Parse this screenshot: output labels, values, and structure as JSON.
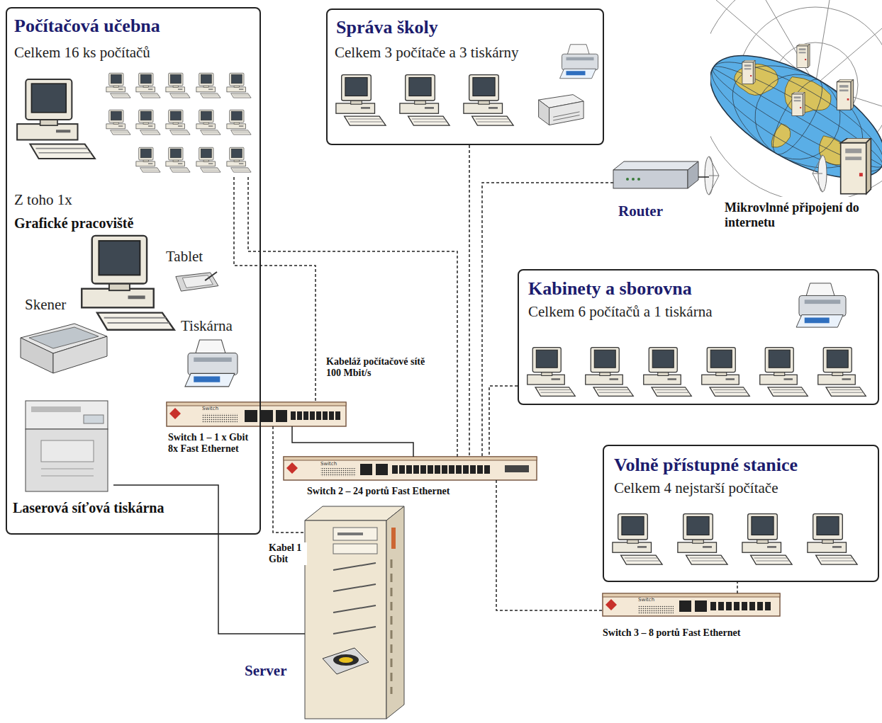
{
  "diagram": {
    "nodes": [
      {
        "text": [
          "Počítačová učebna",
          "Celkem 16 ks počítačů",
          "Z toho 1x",
          "Grafické pracoviště"
        ]
      },
      {
        "text": [
          "Switch",
          "Switch 1 – 1 x Gbit 8x Fast Ethernet"
        ],
        "in": 0
      },
      {
        "text": [
          "Laserová síťová tiskárna"
        ],
        "in": 0
      },
      {
        "text": [
          "Správa školy",
          "Celkem 3 počítače a 3 tiskárny"
        ]
      },
      {
        "text": [
          "Router"
        ]
      },
      {
        "text": [
          "Mikrovlnné připojení do internetu"
        ]
      },
      {
        "text": [
          "Kabinety a sborovna",
          "Celkem 6 počítačů a 1 tiskárna"
        ]
      },
      {
        "text": [
          "Switch",
          "Switch 2 – 24 portů Fast Ethernet"
        ]
      },
      {
        "text": [
          "Server"
        ]
      },
      {
        "text": [
          "Volně přístupné stanice",
          "Celkem 4 nejstarší počítače"
        ]
      },
      {
        "text": [
          "Switch",
          "Switch 3 – 8 portů Fast Ethernet"
        ]
      }
    ],
    "edges": [
      {
        "from": 1,
        "to": 7,
        "arrow": "none"
      },
      {
        "from": 1,
        "to": 8,
        "label": "Kabel 1 Gbit",
        "arrow": "none"
      },
      {
        "from": 2,
        "to": 8,
        "arrow": "none"
      },
      {
        "from": 3,
        "to": 7,
        "arrow": "none"
      },
      {
        "from": 4,
        "to": 7,
        "arrow": "none"
      },
      {
        "from": 4,
        "to": 5,
        "arrow": "none"
      },
      {
        "from": 6,
        "to": 7,
        "arrow": "none"
      },
      {
        "from": 7,
        "to": 10,
        "arrow": "none"
      },
      {
        "from": 10,
        "to": 9,
        "arrow": "none"
      }
    ],
    "labels": [
      "Kabeláž počítačové sítě 100 Mbit/s",
      "Tablet",
      "Skener",
      "Tiskárna"
    ]
  }
}
